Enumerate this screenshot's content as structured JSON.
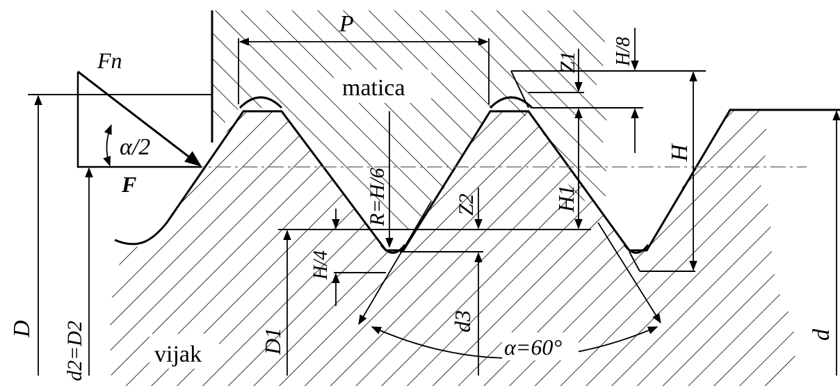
{
  "regions": {
    "nut": "matica",
    "bolt": "vijak"
  },
  "dimensions": {
    "pitch": "P",
    "normal_force": "Fn",
    "half_angle": "α/2",
    "axial_force": "F",
    "h8": "H/8",
    "z1": "Z1",
    "height": "H",
    "h1": "H1",
    "radius": "R=H/6",
    "z2": "Z2",
    "h4": "H/4",
    "major_diam_nut": "D",
    "pitch_diam": "d2=D2",
    "minor_diam_nut": "D1",
    "minor_diam_bolt": "d3",
    "major_diam_bolt": "d",
    "thread_angle": "α=60°"
  },
  "colors": {
    "line": "#000000",
    "background": "#ffffff"
  }
}
